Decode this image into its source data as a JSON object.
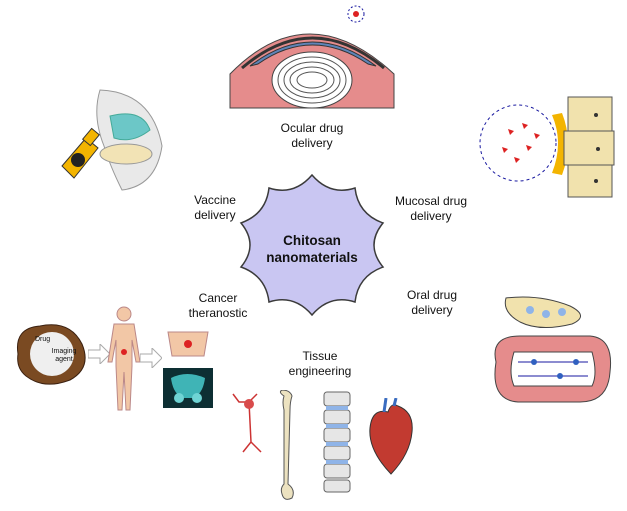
{
  "center": {
    "label": "Chitosan\nnanomaterials",
    "fill": "#c9c6f2",
    "stroke": "#3b3b3b"
  },
  "applications": {
    "ocular": "Ocular drug\ndelivery",
    "mucosal": "Mucosal drug\ndelivery",
    "oral": "Oral drug\ndelivery",
    "tissue": "Tissue\nengineering",
    "cancer": "Cancer\ntheranostic",
    "vaccine": "Vaccine\ndelivery"
  },
  "cancer_figure": {
    "drug_label": "Drug",
    "agent_label": "Imaging\nagent"
  },
  "colors": {
    "tissue_pink": "#e58c8c",
    "eye_blue": "#5e84b8",
    "bone": "#ece2c0",
    "cell": "#f1e2ad",
    "heart": "#c23a30",
    "scan": "#3fb4b6"
  },
  "icons": [
    "eye-icon",
    "nasal-spray-icon",
    "mucosa-cells-icon",
    "intestine-icon",
    "neuron-icon",
    "femur-icon",
    "spine-icon",
    "heart-icon",
    "nanoparticle-icon",
    "human-body-icon",
    "pelvis-scan-icon"
  ]
}
